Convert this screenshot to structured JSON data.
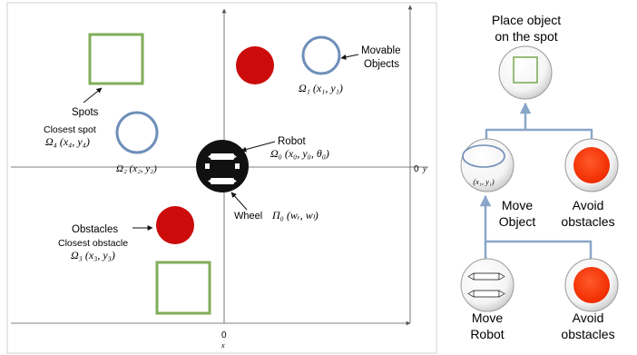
{
  "left_panel": {
    "labels": {
      "movable_objects_line1": "Movable",
      "movable_objects_line2": "Objects",
      "omega1": "Ω₁ (x₁, y₁)",
      "spots": "Spots",
      "closest_spot": "Closest spot",
      "omega4": "Ω₄ (x₄, y₄)",
      "omega2": "Ω₂ (x₂, y₂)",
      "robot": "Robot",
      "omega0": "Ω₀ (x₀, y₀, θ₀)",
      "wheel": "Wheel",
      "pi0": "Π₀ (wᵣ, wₗ)",
      "obstacles": "Obstacles",
      "closest_obstacle": "Closest obstacle",
      "omega3": "Ω₃ (x₃, y₃)",
      "axis_y_zero": "0",
      "axis_y": "y",
      "axis_x_zero": "0",
      "axis_x": "x"
    },
    "colors": {
      "spot": "#7fae5a",
      "movable_object": "#6f8fb9",
      "obstacle": "#cc0b0b",
      "robot": "#111111",
      "axis": "#555555",
      "frame": "#cccccc"
    }
  },
  "tree": {
    "root": {
      "line1": "Place object",
      "line2": "on the spot"
    },
    "move_object": {
      "line1": "Move",
      "line2": "Object",
      "icon_text": "(x₁, y₁)"
    },
    "avoid_obstacles_top": {
      "line1": "Avoid",
      "line2": "obstacles"
    },
    "move_robot": {
      "line1": "Move",
      "line2": "Robot"
    },
    "avoid_obstacles_bottom": {
      "line1": "Avoid",
      "line2": "obstacles"
    },
    "colors": {
      "arrow": "#8aa6c8",
      "obstacle_fill": "#ff3b10"
    }
  }
}
